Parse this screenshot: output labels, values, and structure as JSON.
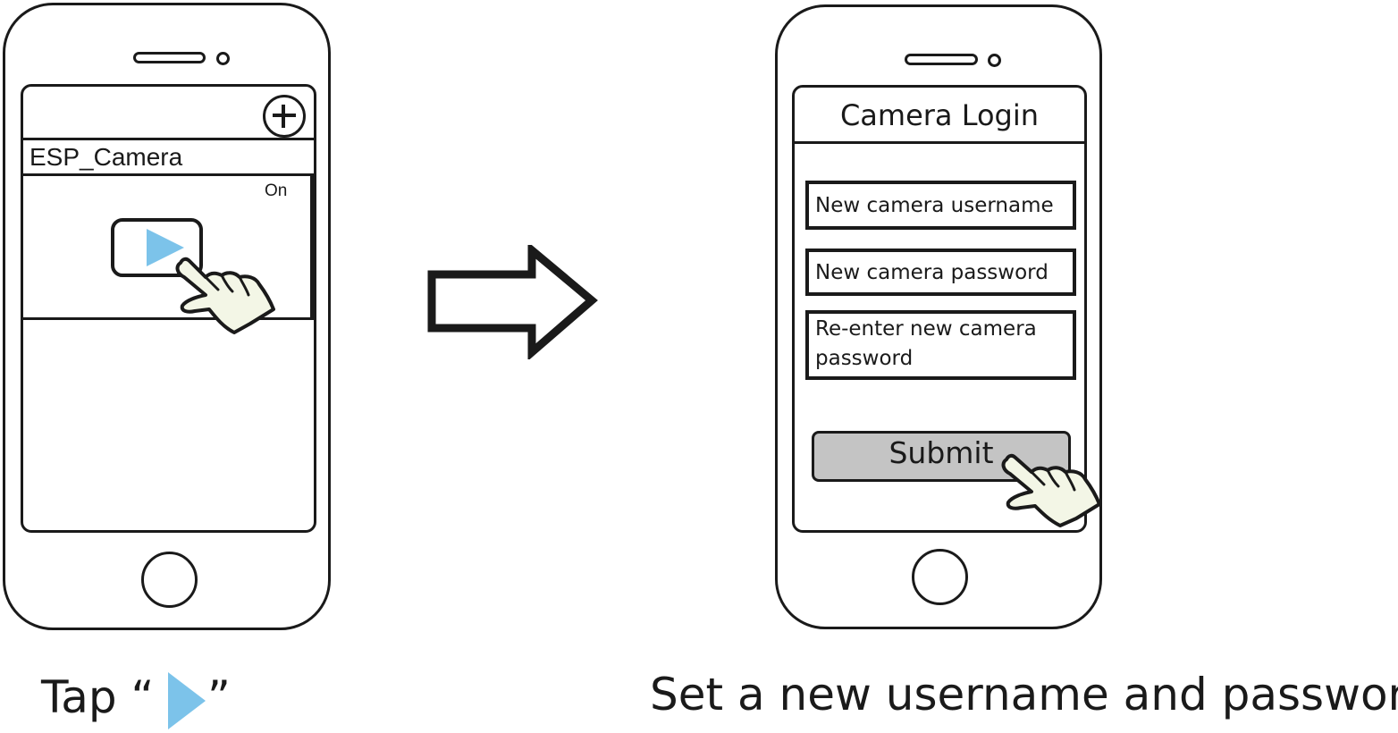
{
  "step_1": {
    "device_name": "ESP_Camera",
    "status": "On",
    "caption_before_icon": "Tap “",
    "caption_after_icon": "”",
    "play_icon_color": "#7cc3ea"
  },
  "step_2": {
    "screen_title": "Camera Login",
    "fields": [
      "New camera username",
      "New camera password",
      "Re-enter new camera password"
    ],
    "submit_label": "Submit",
    "caption": "Set a new username and password",
    "submit_color": "#c4c4c4"
  },
  "icons": {
    "add": "plus-circle-icon",
    "play": "play-icon",
    "next_step": "right-arrow-icon",
    "tap_gesture": "pointing-hand-icon"
  },
  "colors": {
    "hand_fill": "#f3f6e6",
    "outline": "#1a1a1a"
  }
}
